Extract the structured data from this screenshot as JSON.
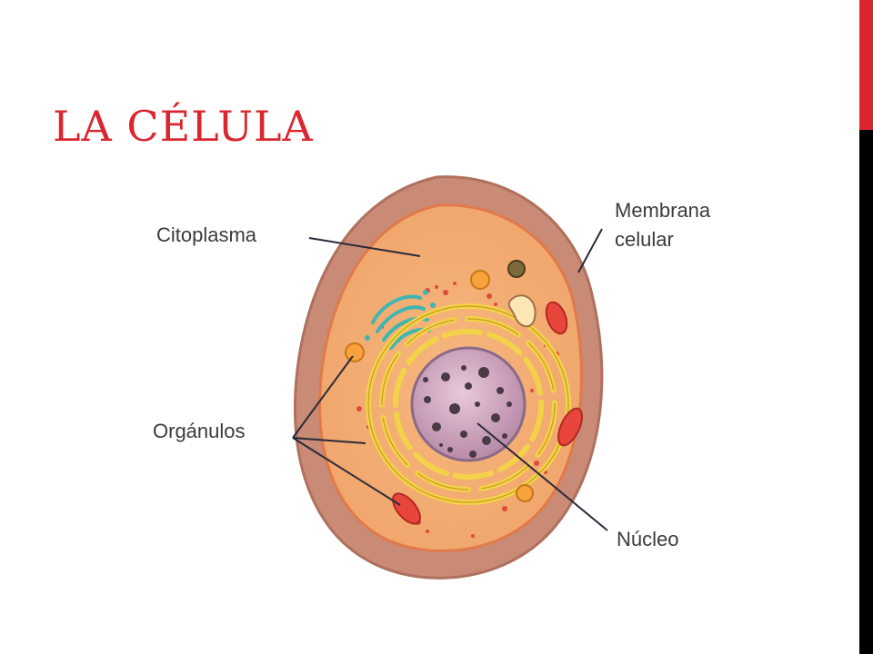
{
  "slide": {
    "title": "LA CÉLULA"
  },
  "theme": {
    "title_color": "#d9262f",
    "accent_bar_color": "#d9262f",
    "side_bar_color": "#000000"
  },
  "diagram": {
    "labels": {
      "cytoplasm": "Citoplasma",
      "membrane_line1": "Membrana",
      "membrane_line2": "celular",
      "organelles": "Orgánulos",
      "nucleus": "Núcleo"
    }
  }
}
